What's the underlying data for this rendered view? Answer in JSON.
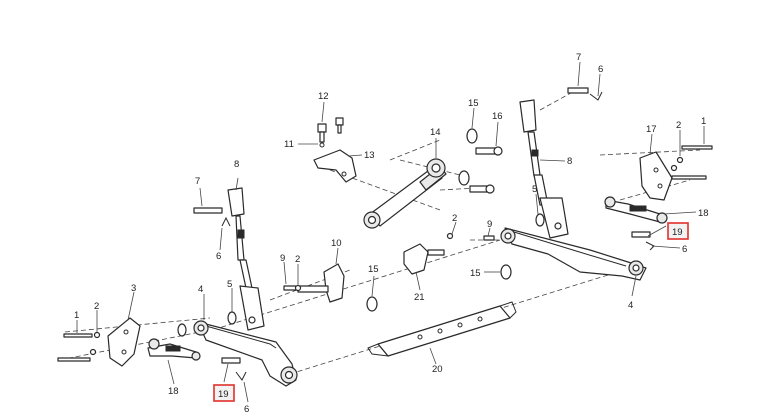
{
  "diagram": {
    "labels": {
      "c1": "1",
      "c2": "2",
      "c3": "3",
      "c4": "4",
      "c5": "5",
      "c6": "6",
      "c7": "7",
      "c8": "8",
      "c9": "9",
      "c10": "10",
      "c11": "11",
      "c12": "12",
      "c13": "13",
      "c14": "14",
      "c15": "15",
      "c16": "16",
      "c17": "17",
      "c18": "18",
      "c19": "19",
      "c20": "20",
      "c21": "21"
    },
    "highlight_color": "#e0302a"
  }
}
